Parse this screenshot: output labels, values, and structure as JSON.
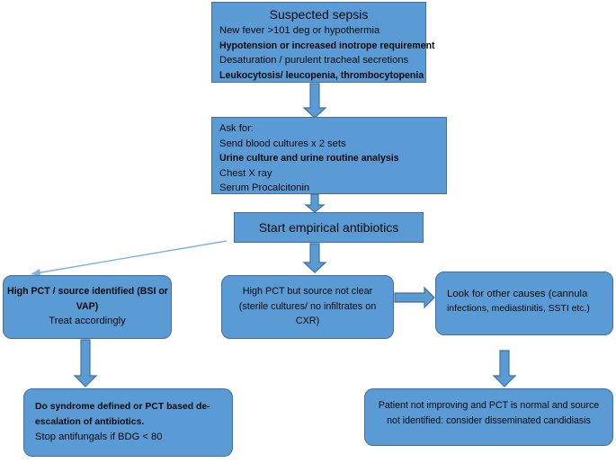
{
  "colors": {
    "box_fill": "#5b9bd5",
    "box_border": "#41719c",
    "thin_arrow": "#7fb1dc"
  },
  "boxes": {
    "sepsis": {
      "title": "Suspected sepsis",
      "lines": [
        "New fever >101 deg or hypothermia",
        "Hypotension or increased inotrope requirement",
        "Desaturation / purulent tracheal secretions",
        "Leukocytosis/ leucopenia, thrombocytopenia"
      ]
    },
    "ask": {
      "lines": [
        "Ask for:",
        "Send blood cultures x 2 sets",
        "Urine culture and urine routine analysis",
        "Chest X ray",
        "Serum Procalcitonin"
      ]
    },
    "start": {
      "title": "Start empirical antibiotics"
    },
    "high_pct_source": {
      "lines": [
        "High PCT / source identified (BSI or",
        "VAP)",
        "Treat accordingly"
      ]
    },
    "high_pct_unclear": {
      "lines": [
        "High PCT but source not clear",
        "(sterile cultures/ no infiltrates on",
        "CXR)"
      ]
    },
    "other_causes": {
      "lines": [
        "Look for other causes (cannula",
        "infections, mediastinitis, SSTI etc.)"
      ]
    },
    "deescalation": {
      "lines": [
        "Do syndrome defined or PCT based de-",
        "escalation of antibiotics.",
        "Stop antifungals if BDG < 80"
      ]
    },
    "candidiasis": {
      "lines": [
        "Patient not improving and PCT is normal and source",
        "not identified: consider disseminated candidiasis"
      ]
    }
  }
}
